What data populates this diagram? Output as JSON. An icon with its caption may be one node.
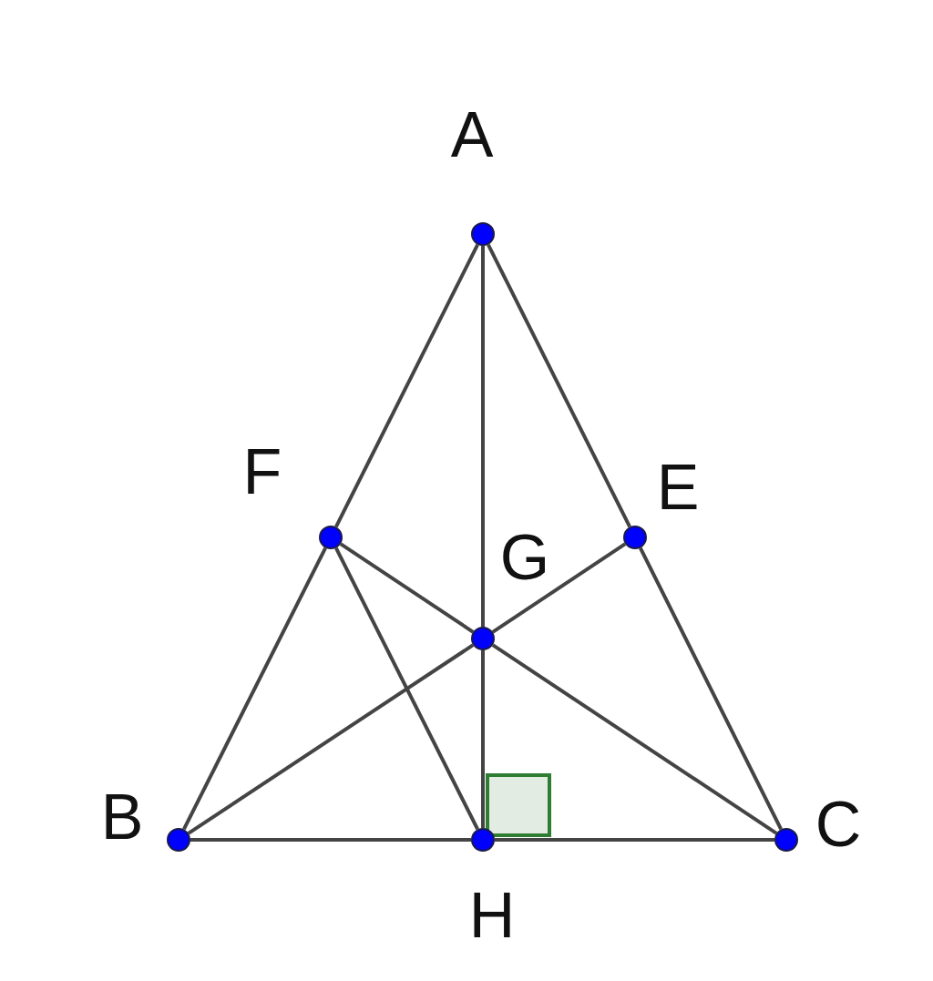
{
  "diagram": {
    "nodes": [
      {
        "text": [],
        "shape": "circle",
        "beside": [
          "A"
        ]
      },
      {
        "text": [],
        "shape": "circle",
        "beside": [
          "F"
        ]
      },
      {
        "text": [],
        "shape": "circle",
        "beside": [
          "E"
        ]
      },
      {
        "text": [],
        "shape": "circle",
        "beside": [
          "G"
        ]
      },
      {
        "text": [],
        "shape": "circle",
        "beside": [
          "B"
        ]
      },
      {
        "text": [],
        "shape": "circle",
        "beside": [
          "H"
        ]
      },
      {
        "text": [],
        "shape": "circle",
        "beside": [
          "C"
        ]
      },
      {
        "text": [],
        "shape": "box"
      }
    ],
    "edges": [
      {
        "from": 0,
        "to": 1,
        "arrow": "none"
      },
      {
        "from": 1,
        "to": 4,
        "arrow": "none"
      },
      {
        "from": 0,
        "to": 2,
        "arrow": "none"
      },
      {
        "from": 2,
        "to": 6,
        "arrow": "none"
      },
      {
        "from": 4,
        "to": 5,
        "arrow": "none"
      },
      {
        "from": 5,
        "to": 6,
        "arrow": "none"
      },
      {
        "from": 0,
        "to": 3,
        "arrow": "none"
      },
      {
        "from": 3,
        "to": 5,
        "arrow": "none"
      },
      {
        "from": 1,
        "to": 3,
        "arrow": "none"
      },
      {
        "from": 3,
        "to": 6,
        "arrow": "none"
      },
      {
        "from": 4,
        "to": 3,
        "arrow": "none"
      },
      {
        "from": 3,
        "to": 2,
        "arrow": "none"
      },
      {
        "from": 1,
        "to": 5,
        "arrow": "none"
      }
    ]
  }
}
